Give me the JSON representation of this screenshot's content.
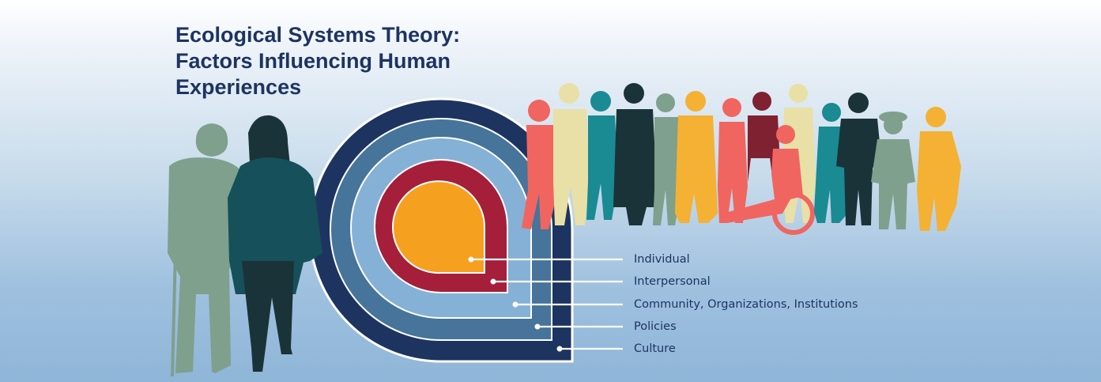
{
  "title": {
    "lines": [
      "Ecological Systems Theory:",
      "Factors Influencing Human",
      "Experiences"
    ]
  },
  "colors": {
    "culture": "#1d3461",
    "policies": "#46749a",
    "community": "#86b1d6",
    "interpersonal": "#a51e3a",
    "individual": "#f6a020",
    "text": "#1d3461",
    "leader_line": "#ffffff"
  },
  "levels": [
    {
      "id": "individual",
      "label": "Individual"
    },
    {
      "id": "interpersonal",
      "label": "Interpersonal"
    },
    {
      "id": "community",
      "label": "Community, Organizations, Institutions"
    },
    {
      "id": "policies",
      "label": "Policies"
    },
    {
      "id": "culture",
      "label": "Culture"
    }
  ],
  "people_palette": [
    "#7ea08d",
    "#16505a",
    "#e8e0a6",
    "#1a8a93",
    "#f06560",
    "#f4b133",
    "#7f2130",
    "#1a3339"
  ]
}
